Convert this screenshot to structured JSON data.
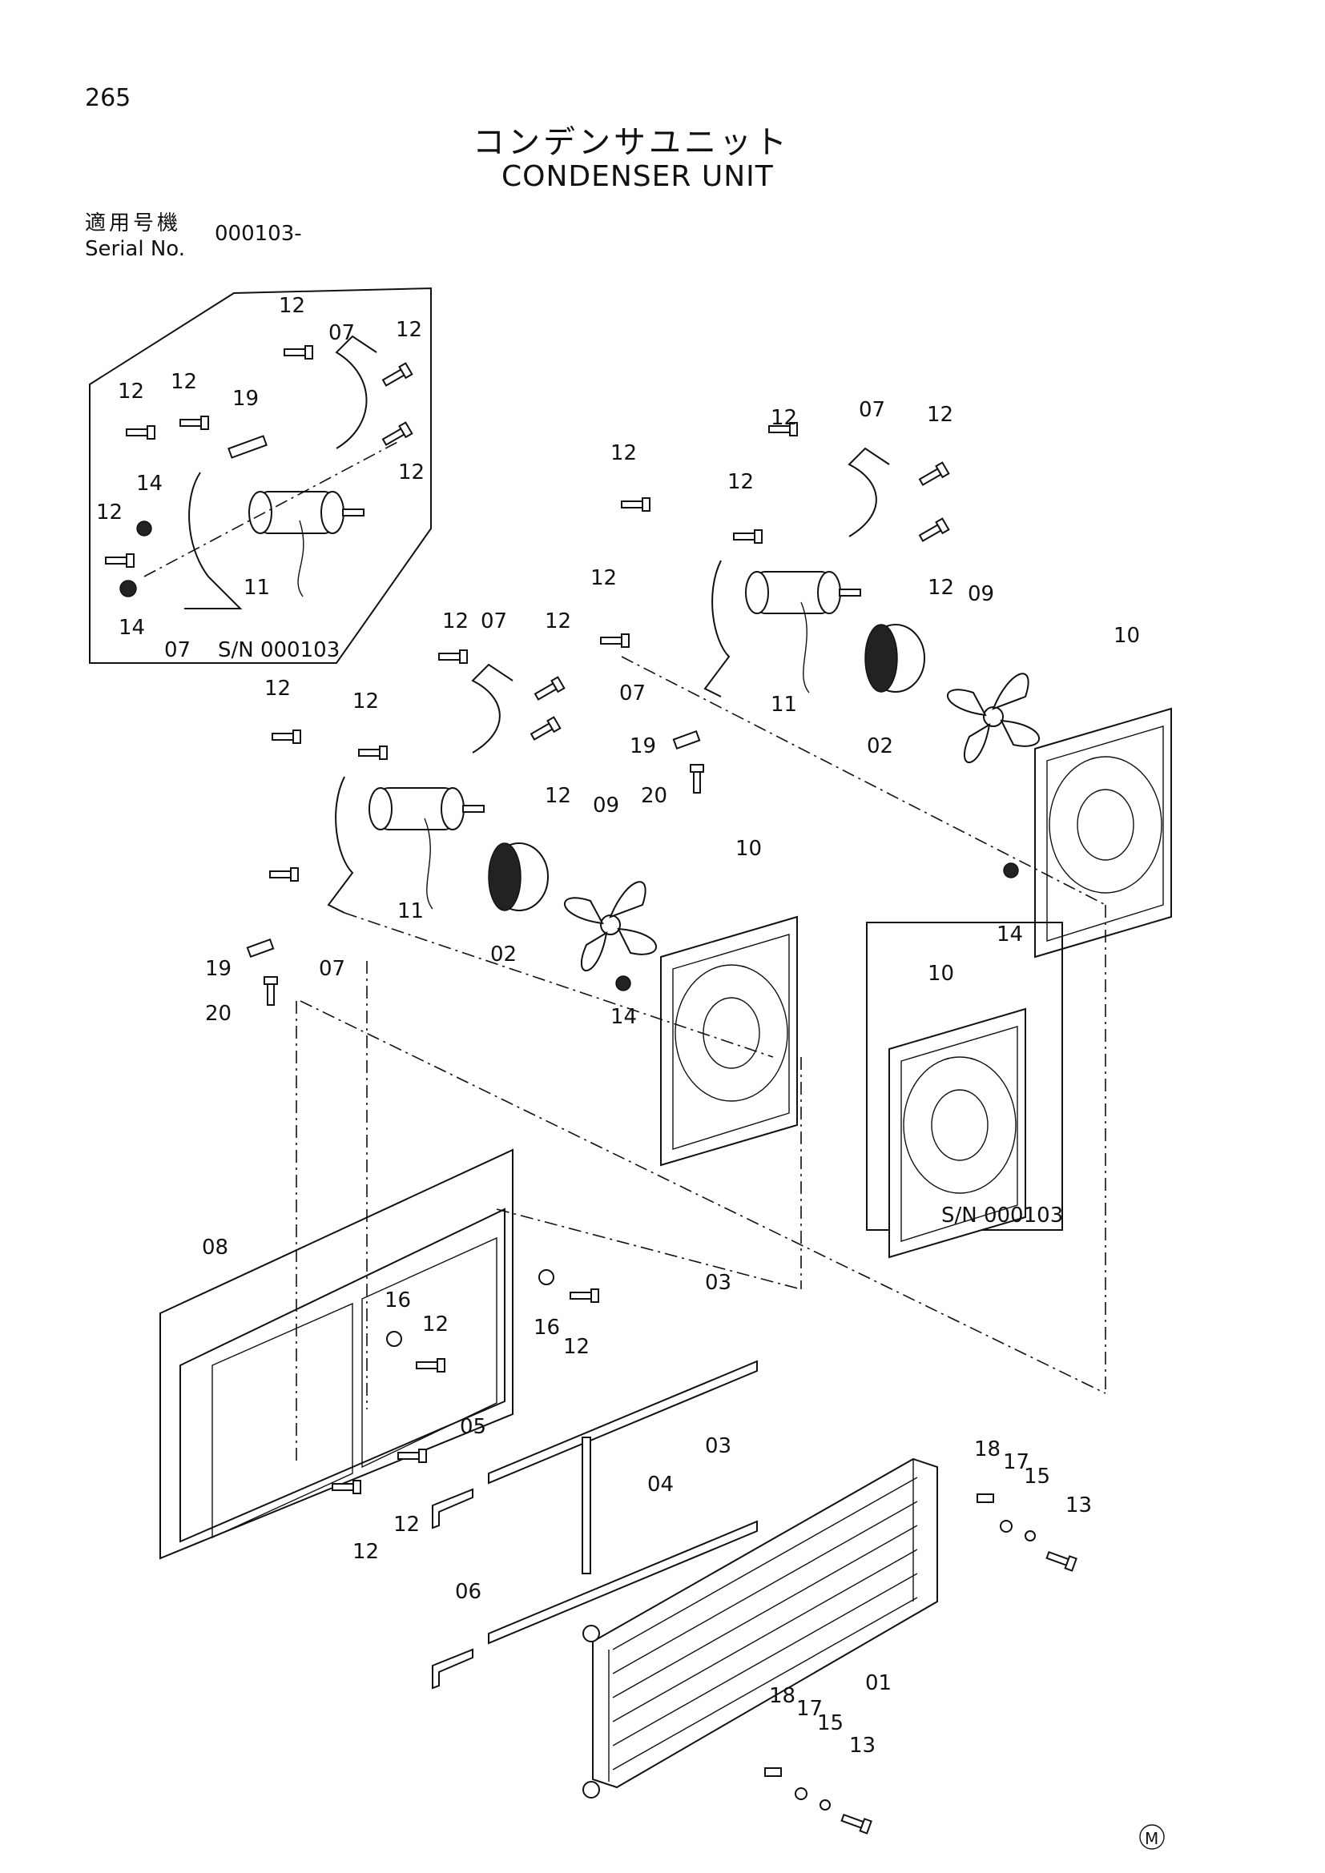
{
  "page": {
    "number": "265",
    "title_jp": "コンデンサユニット",
    "title_en": "CONDENSER UNIT",
    "applicable_jp": "適用号機",
    "serial_label": "Serial No.",
    "serial_value": "000103-",
    "mark": "M"
  },
  "insets": {
    "motor_inset_label": "S/N 000103",
    "shroud_inset_label": "S/N 000103"
  },
  "callouts": {
    "motor_inset": [
      "12",
      "07",
      "12",
      "12",
      "12",
      "19",
      "12",
      "14",
      "12",
      "11",
      "14",
      "07"
    ],
    "upper_motor": [
      "12",
      "07",
      "12",
      "12",
      "12",
      "12",
      "12",
      "09",
      "07",
      "11",
      "02",
      "19",
      "20",
      "10",
      "14"
    ],
    "lower_motor": [
      "12",
      "07",
      "12",
      "12",
      "12",
      "12",
      "09",
      "10",
      "11",
      "02",
      "19",
      "07",
      "20",
      "14"
    ],
    "shroud_inset": [
      "10"
    ],
    "frame": [
      "08",
      "16",
      "12",
      "16",
      "12",
      "03",
      "05",
      "04",
      "03",
      "12",
      "12",
      "06"
    ],
    "condenser": [
      "18",
      "17",
      "15",
      "13",
      "01",
      "18",
      "17",
      "15",
      "13"
    ]
  }
}
